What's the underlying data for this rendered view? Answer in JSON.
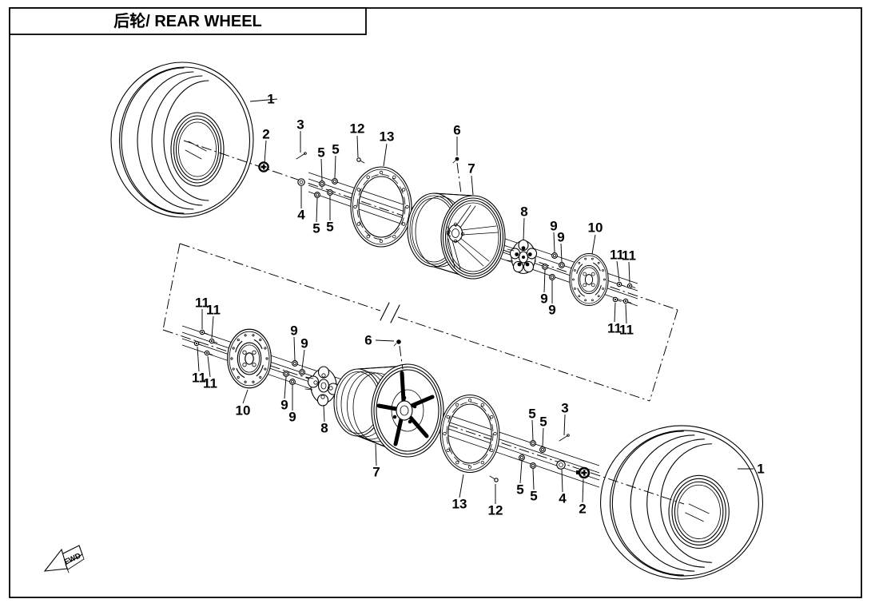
{
  "header": {
    "title": "后轮/ REAR WHEEL"
  },
  "fwd": {
    "label": "FWD"
  },
  "colors": {
    "ink": "#000000",
    "background": "#ffffff"
  },
  "callouts": [
    {
      "label": "1"
    },
    {
      "label": "2"
    },
    {
      "label": "3"
    },
    {
      "label": "4"
    },
    {
      "label": "5"
    },
    {
      "label": "5"
    },
    {
      "label": "5"
    },
    {
      "label": "5"
    },
    {
      "label": "12"
    },
    {
      "label": "13"
    },
    {
      "label": "6"
    },
    {
      "label": "7"
    },
    {
      "label": "8"
    },
    {
      "label": "9"
    },
    {
      "label": "9"
    },
    {
      "label": "9"
    },
    {
      "label": "9"
    },
    {
      "label": "10"
    },
    {
      "label": "11"
    },
    {
      "label": "11"
    },
    {
      "label": "11"
    },
    {
      "label": "11"
    },
    {
      "label": "11"
    },
    {
      "label": "11"
    },
    {
      "label": "11"
    },
    {
      "label": "11"
    },
    {
      "label": "10"
    },
    {
      "label": "9"
    },
    {
      "label": "9"
    },
    {
      "label": "9"
    },
    {
      "label": "9"
    },
    {
      "label": "8"
    },
    {
      "label": "6"
    },
    {
      "label": "7"
    },
    {
      "label": "13"
    },
    {
      "label": "12"
    },
    {
      "label": "5"
    },
    {
      "label": "5"
    },
    {
      "label": "5"
    },
    {
      "label": "5"
    },
    {
      "label": "3"
    },
    {
      "label": "4"
    },
    {
      "label": "2"
    },
    {
      "label": "1"
    }
  ]
}
